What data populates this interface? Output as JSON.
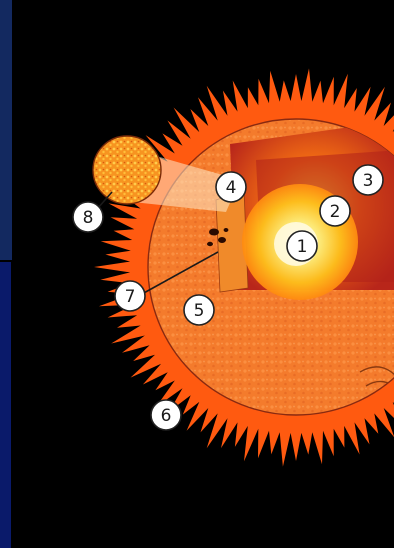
{
  "diagram": {
    "markers": [
      {
        "id": "core",
        "label": "1"
      },
      {
        "id": "radiative-zone",
        "label": "2"
      },
      {
        "id": "convective-zone",
        "label": "3"
      },
      {
        "id": "photosphere-cutaway",
        "label": "4"
      },
      {
        "id": "photosphere",
        "label": "5"
      },
      {
        "id": "chromosphere",
        "label": "6"
      },
      {
        "id": "sunspots",
        "label": "7"
      },
      {
        "id": "granulation",
        "label": "8"
      }
    ],
    "colors": {
      "background_top": "#0a0f4a",
      "background_black": "#000000",
      "corona": "#ff5a10",
      "surface": "#f57a2a",
      "cut_outer": "#a01a10",
      "cut_mid": "#d03a15",
      "core_glow": "#fff6b0",
      "marker_fill": "#ffffff",
      "marker_stroke": "#222222"
    }
  }
}
